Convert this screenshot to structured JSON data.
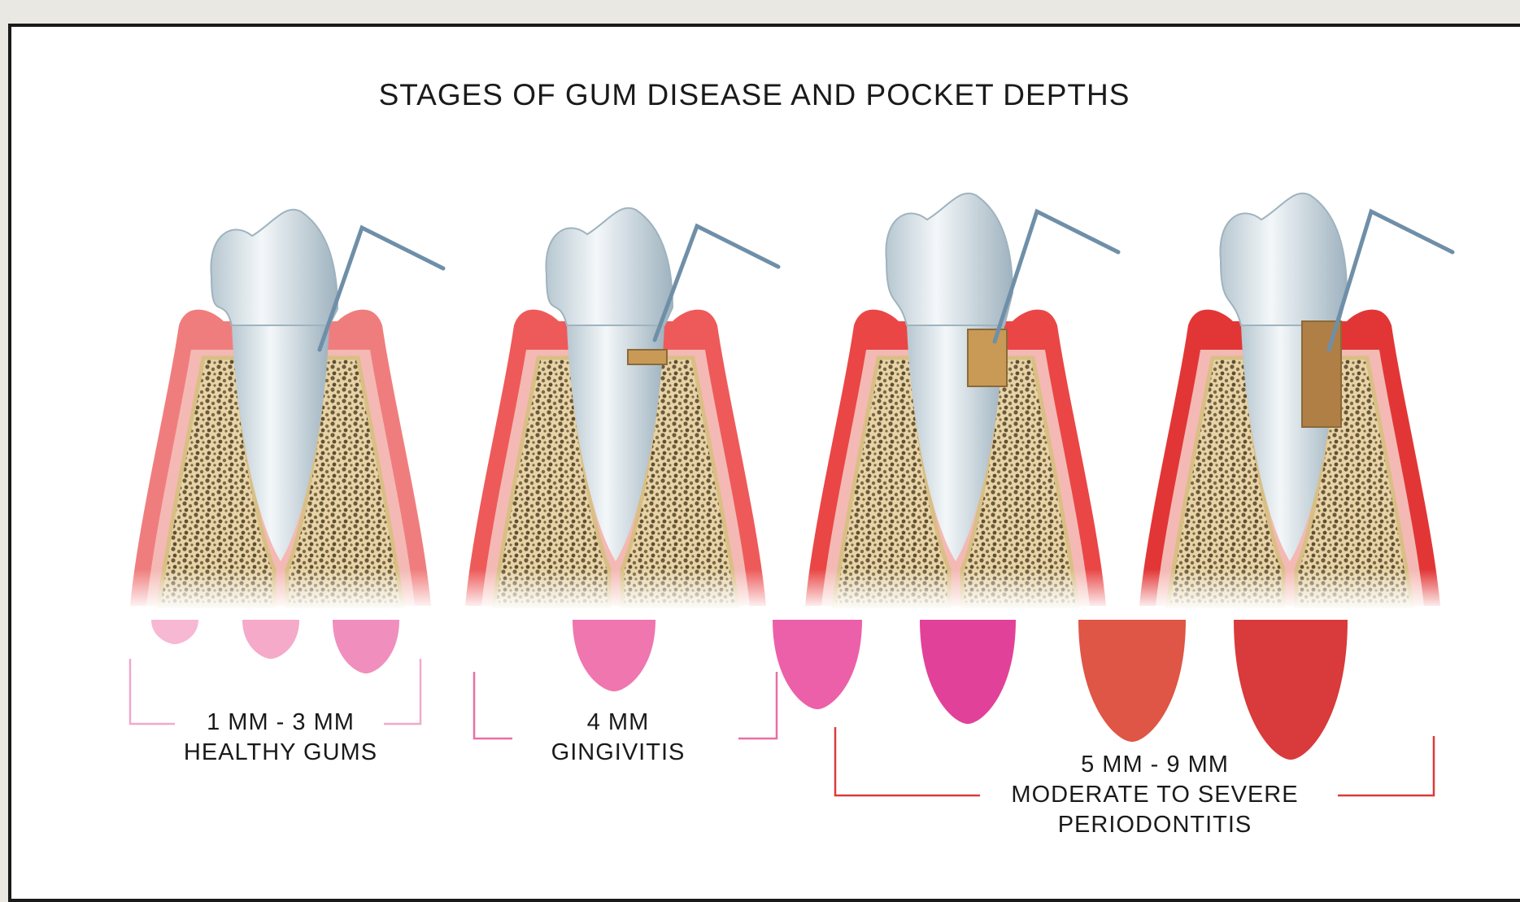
{
  "title": "STAGES OF GUM DISEASE AND POCKET DEPTHS",
  "stages": [
    {
      "line1": "1 MM - 3 MM",
      "line2": "HEALTHY GUMS",
      "bracket_color": "#f1a9cb"
    },
    {
      "line1": "4 MM",
      "line2": "GINGIVITIS",
      "bracket_color": "#e86fa6"
    },
    {
      "line1": "5 MM - 9 MM",
      "line2": "MODERATE TO SEVERE",
      "line3": "PERIODONTITIS",
      "bracket_color": "#dc3a3a"
    }
  ],
  "teeth": [
    {
      "label": "healthy",
      "gum_color": "#f07d7d",
      "pocket_color": "none"
    },
    {
      "label": "gingivitis",
      "gum_color": "#ee5a5a",
      "pocket_color": "#c89a55"
    },
    {
      "label": "moderate",
      "gum_color": "#ea4646",
      "pocket_color": "#c89a55"
    },
    {
      "label": "severe",
      "gum_color": "#e23636",
      "pocket_color": "#b07f45"
    }
  ],
  "depth_markers": [
    {
      "color": "#f6b8d3"
    },
    {
      "color": "#f5aac9"
    },
    {
      "color": "#f08fbd"
    },
    {
      "color": "#ef76ae"
    },
    {
      "color": "#ec60a9"
    },
    {
      "color": "#e2419a"
    },
    {
      "color": "#df5546"
    },
    {
      "color": "#d93a3b"
    }
  ]
}
